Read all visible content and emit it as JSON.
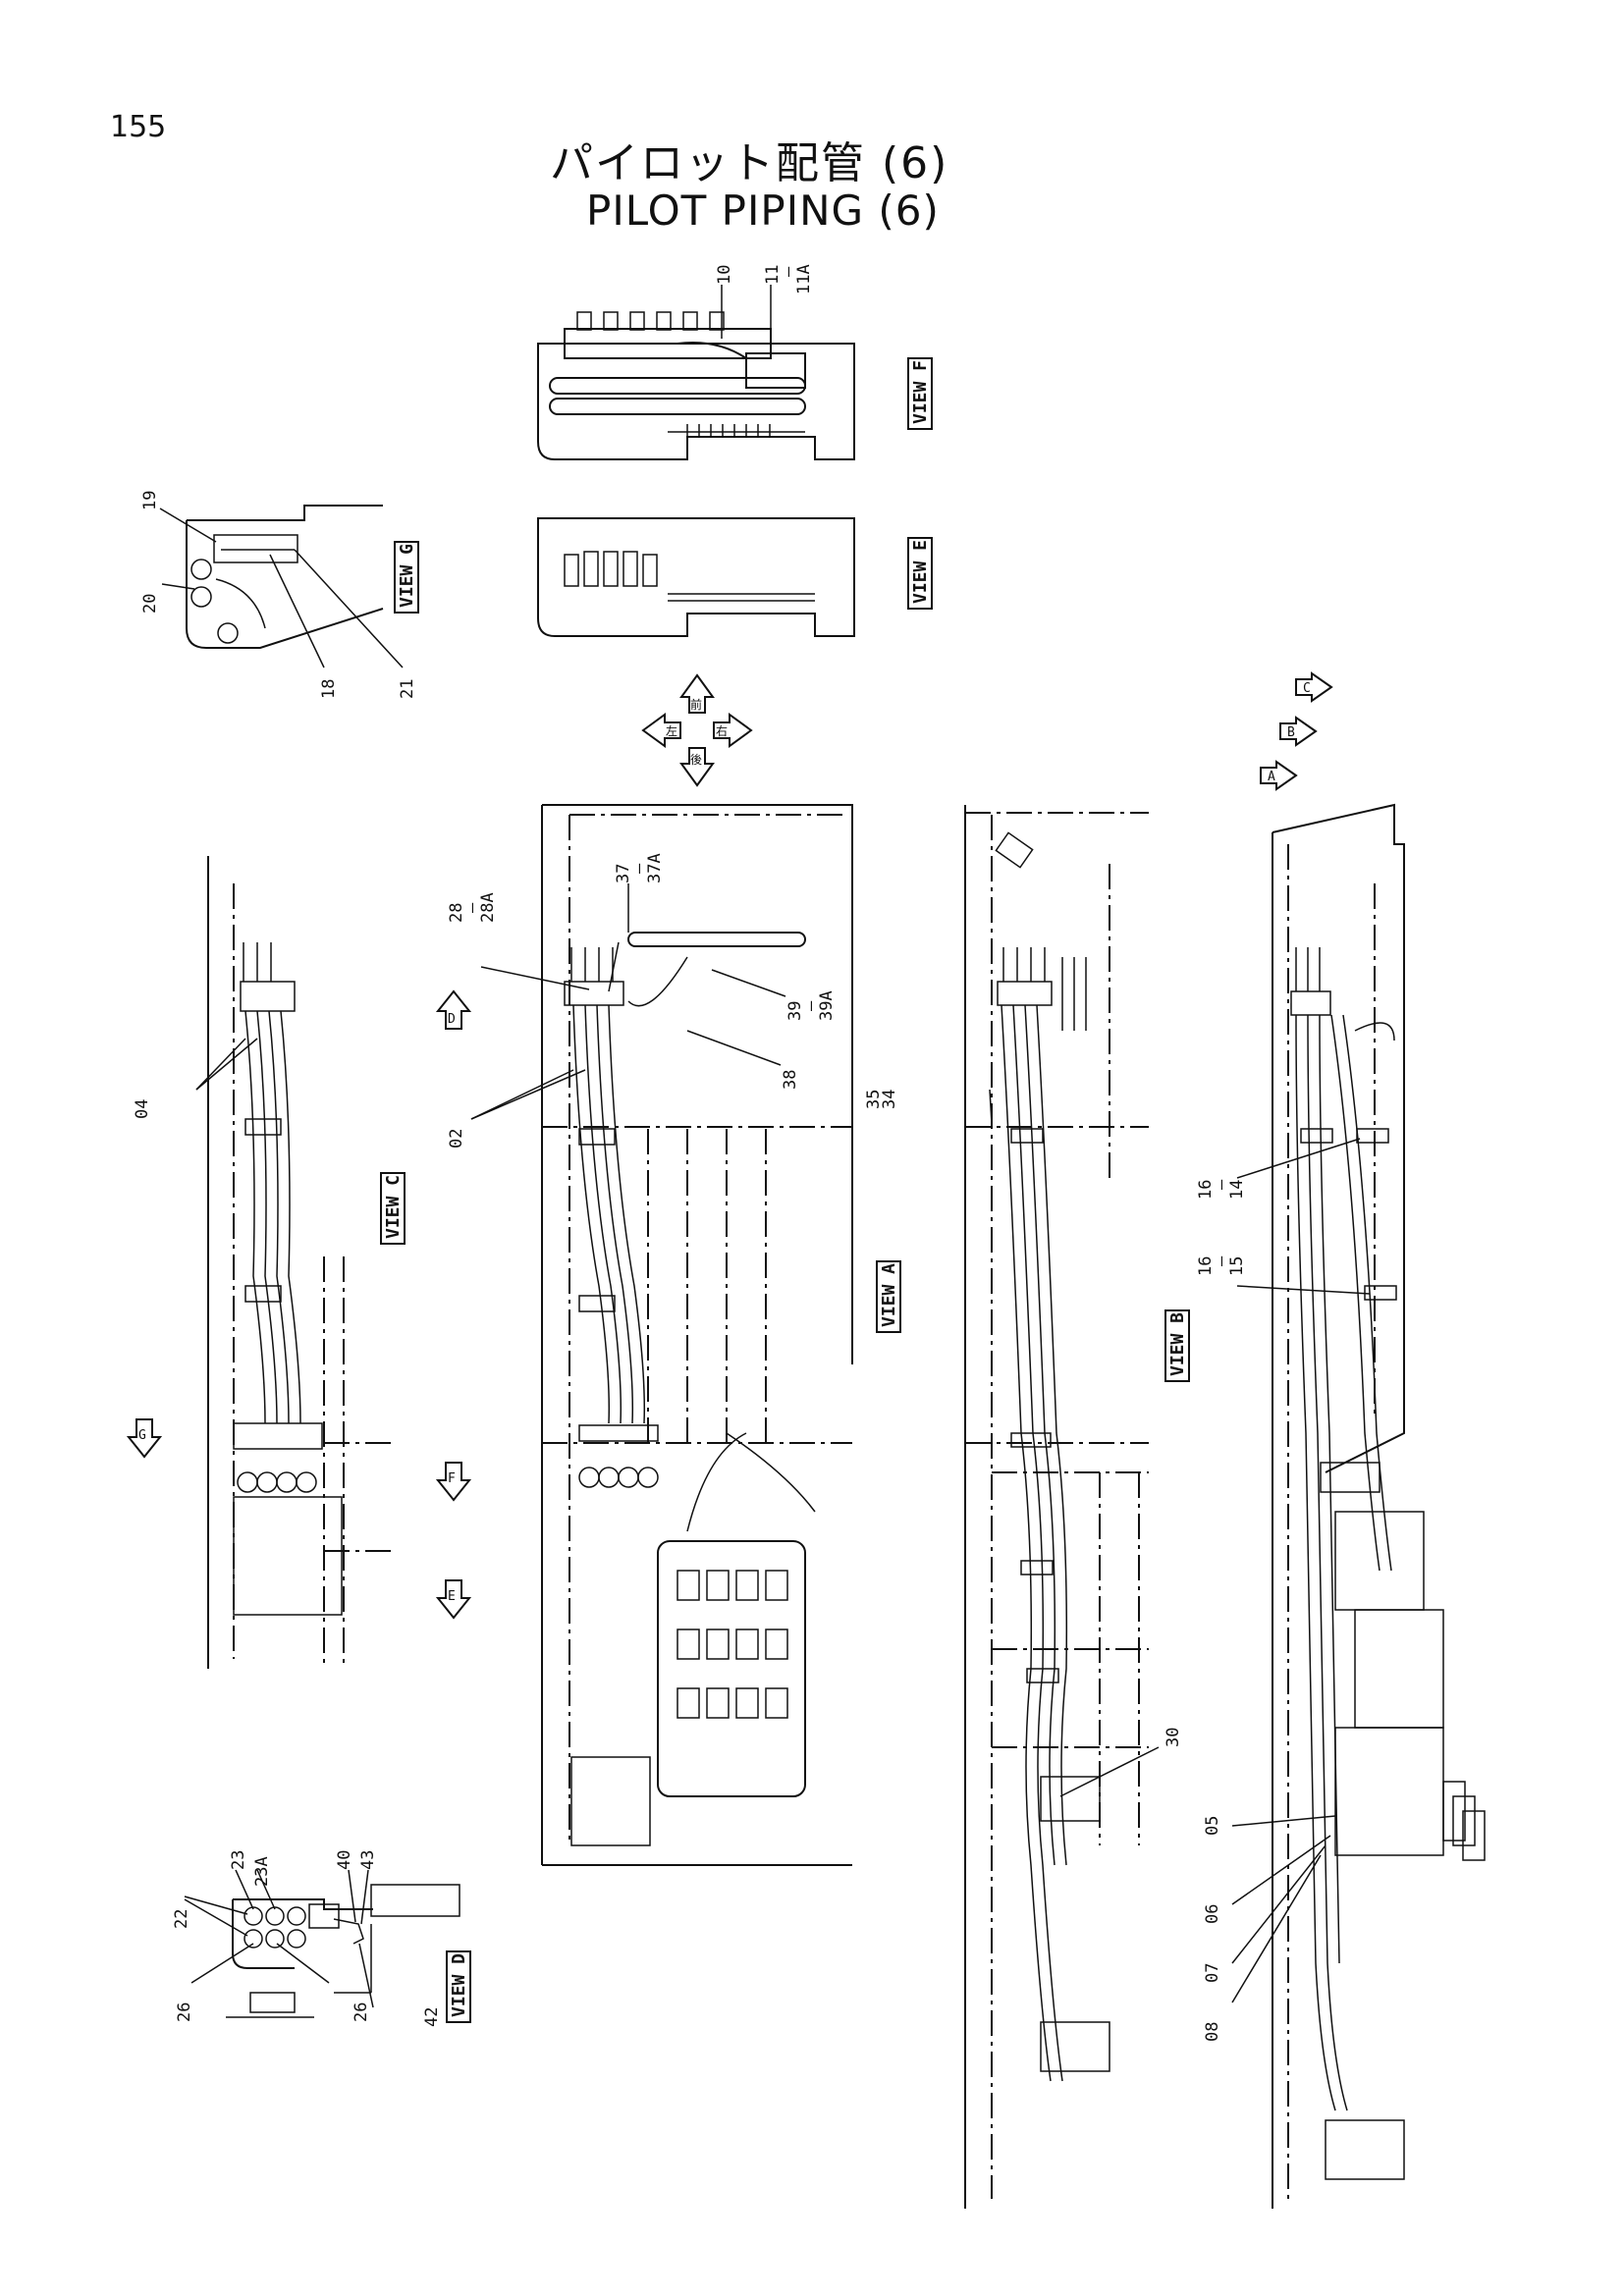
{
  "page_number": "155",
  "title_jp": "パイロット配管 (6)",
  "title_en": "PILOT PIPING (6)",
  "views": {
    "f": "VIEW F",
    "e": "VIEW E",
    "g": "VIEW G",
    "c": "VIEW C",
    "a": "VIEW A",
    "b": "VIEW B",
    "d": "VIEW D"
  },
  "direction_arrows": {
    "front": "前",
    "rear": "後",
    "left": "左",
    "right": "右"
  },
  "view_markers": [
    "A",
    "B",
    "C",
    "D",
    "E",
    "F",
    "G"
  ],
  "part_callouts": {
    "p02": "02",
    "p04": "04",
    "p05": "05",
    "p06": "06",
    "p07": "07",
    "p08": "08",
    "p10": "10",
    "p11": "11",
    "p11a": "11A",
    "p14": "14",
    "p15": "15",
    "p16a": "16",
    "p16b": "16",
    "p18": "18",
    "p19": "19",
    "p20": "20",
    "p21": "21",
    "p22": "22",
    "p23": "23",
    "p23a": "23A",
    "p26a": "26",
    "p26b": "26",
    "p28": "28",
    "p28a": "28A",
    "p30": "30",
    "p34": "34",
    "p35": "35",
    "p37": "37",
    "p37a": "37A",
    "p38": "38",
    "p39": "39",
    "p39a": "39A",
    "p40": "40",
    "p42": "42",
    "p43": "43"
  }
}
